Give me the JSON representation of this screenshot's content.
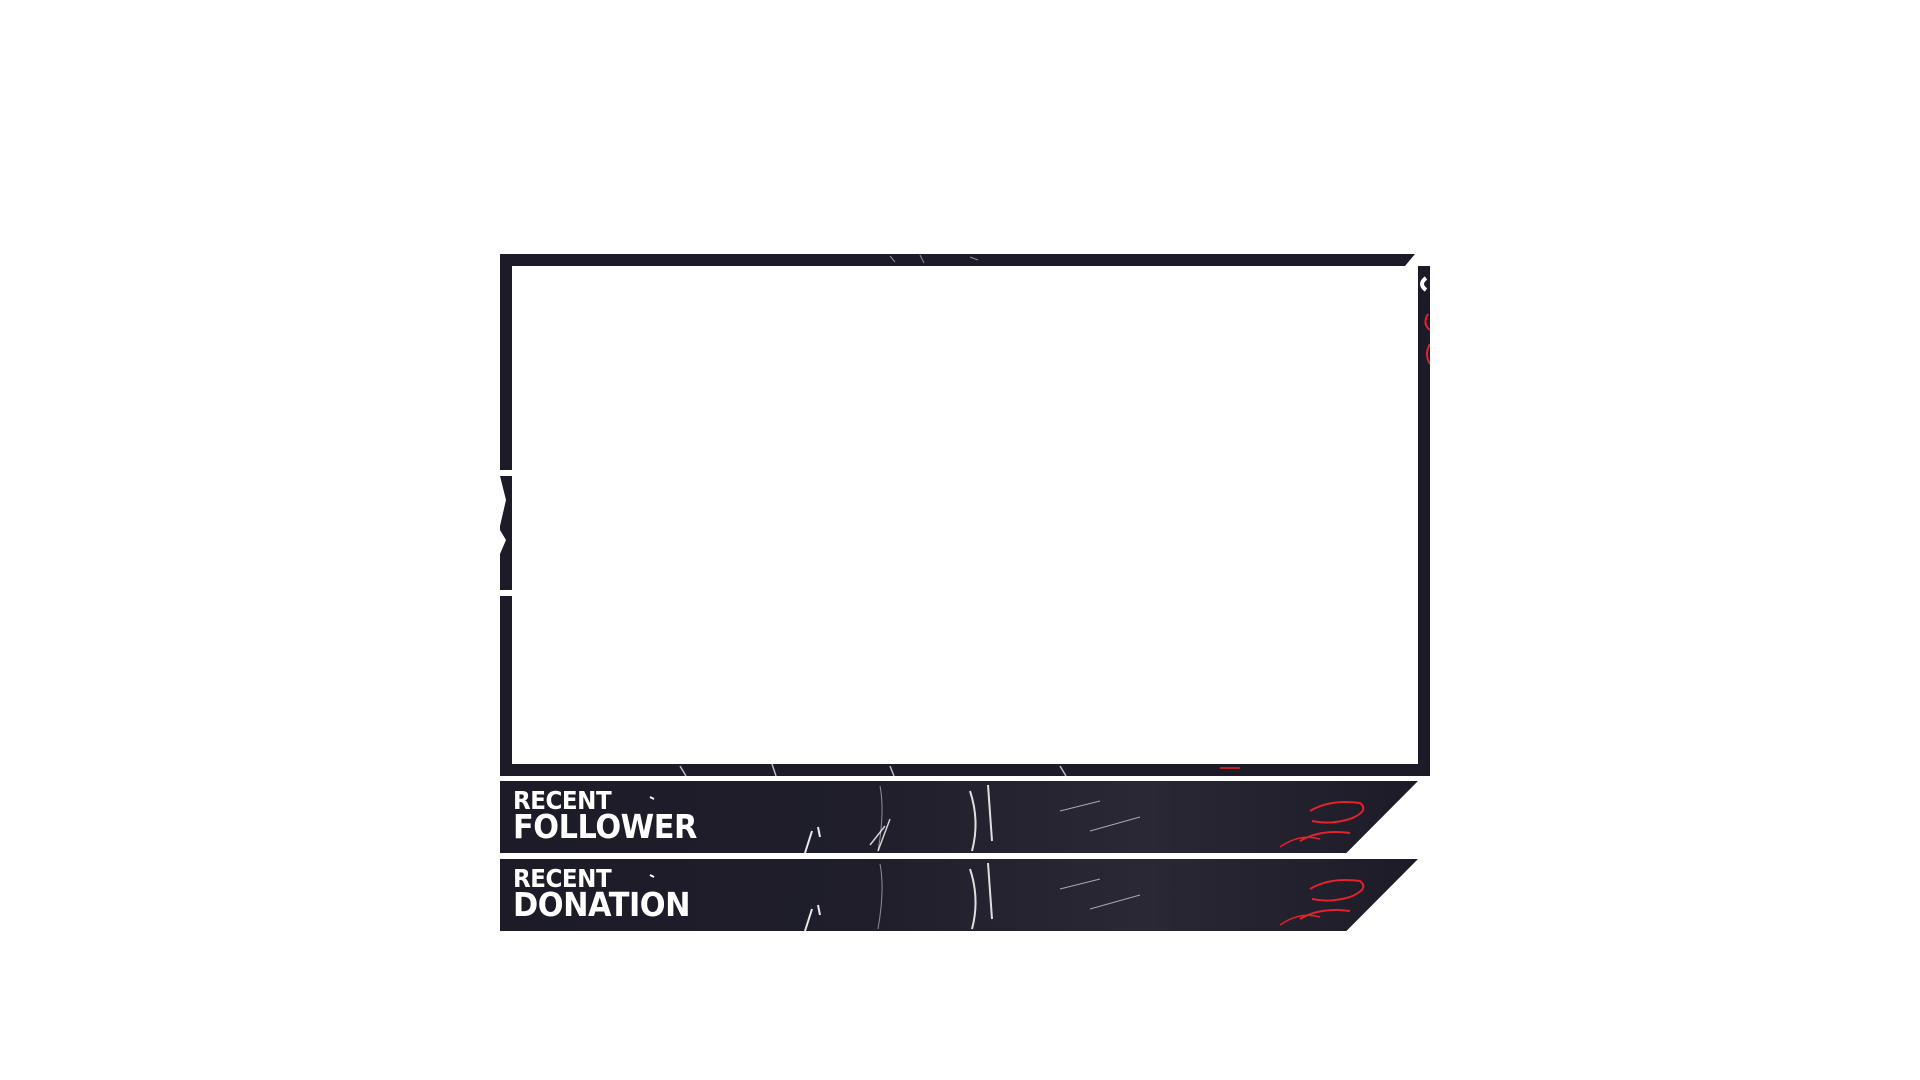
{
  "overlay": {
    "colors": {
      "frame": "#1c1b27",
      "accent": "#e3222b",
      "text": "#ffffff",
      "background": "#ffffff"
    },
    "recent_follower": {
      "line1": "RECENT",
      "line2": "FOLLOWER"
    },
    "recent_donation": {
      "line1": "RECENT",
      "line2": "DONATION"
    }
  }
}
